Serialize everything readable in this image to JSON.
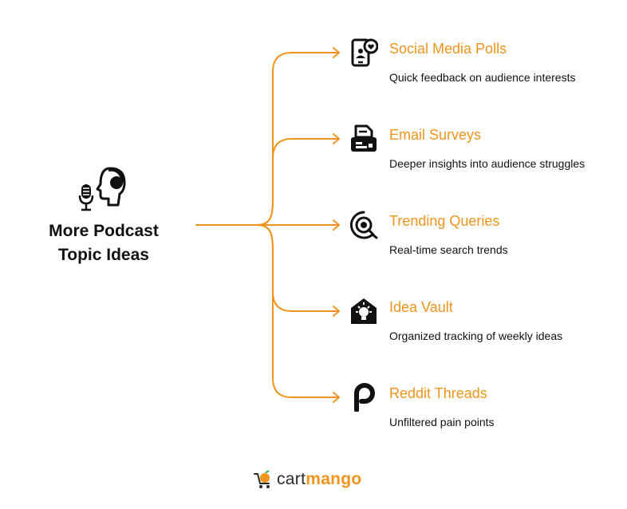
{
  "center": {
    "title": "More Podcast\nTopic Ideas",
    "icon": "podcast-head-microphone-icon"
  },
  "branches": [
    {
      "title": "Social Media Polls",
      "description": "Quick feedback on audience interests",
      "icon": "phone-heart-icon"
    },
    {
      "title": "Email Surveys",
      "description": "Deeper insights into audience struggles",
      "icon": "email-tray-icon"
    },
    {
      "title": "Trending Queries",
      "description": "Real-time search trends",
      "icon": "search-magnifier-icon"
    },
    {
      "title": "Idea Vault",
      "description": "Organized tracking of weekly ideas",
      "icon": "lightbulb-vault-icon"
    },
    {
      "title": "Reddit Threads",
      "description": "Unfiltered pain points",
      "icon": "reddit-p-icon"
    }
  ],
  "footer": {
    "brand_part1": "cart",
    "brand_part2": "mango",
    "icon": "mango-cart-icon"
  },
  "colors": {
    "accent": "#f0941e",
    "text": "#111111"
  }
}
